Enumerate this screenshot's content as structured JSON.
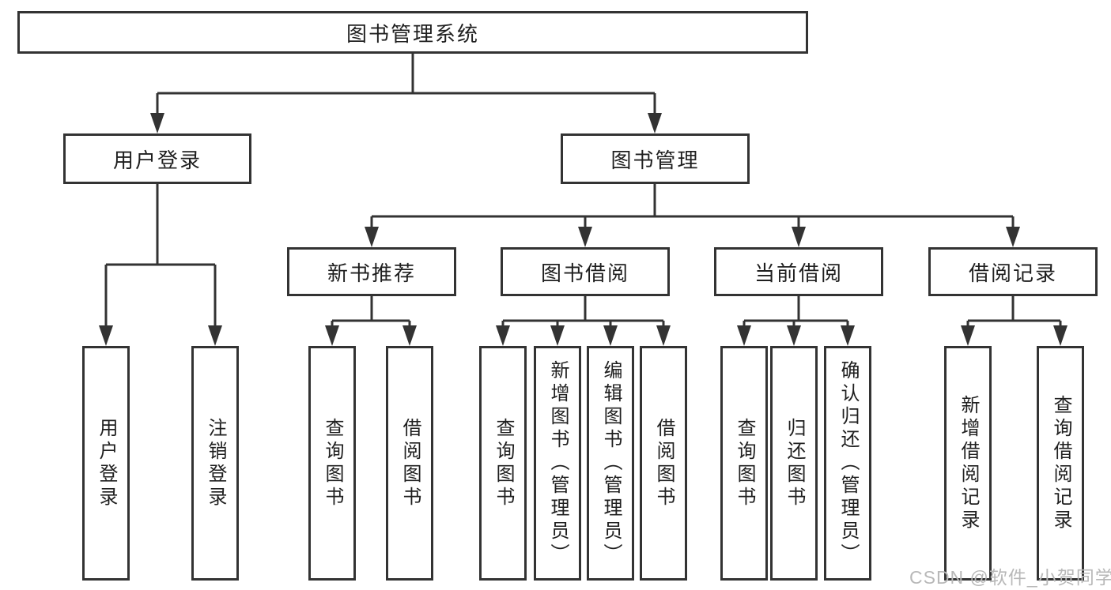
{
  "diagram": {
    "title": "图书管理系统",
    "colors": {
      "line": "#333333",
      "text": "#1f1f1f",
      "background": "#ffffff",
      "watermark": "#b8b8b8"
    },
    "watermark": {
      "text": "CSDN @软件_小贺同学"
    },
    "nodes": [
      {
        "id": "root",
        "label": "图书管理系统",
        "orientation": "horizontal",
        "parent": null
      },
      {
        "id": "user-login",
        "label": "用户登录",
        "orientation": "horizontal",
        "parent": "root"
      },
      {
        "id": "book-management",
        "label": "图书管理",
        "orientation": "horizontal",
        "parent": "root"
      },
      {
        "id": "new-book-recommend",
        "label": "新书推荐",
        "orientation": "horizontal",
        "parent": "book-management"
      },
      {
        "id": "book-borrowing",
        "label": "图书借阅",
        "orientation": "horizontal",
        "parent": "book-management"
      },
      {
        "id": "current-borrowing",
        "label": "当前借阅",
        "orientation": "horizontal",
        "parent": "book-management"
      },
      {
        "id": "borrowing-records",
        "label": "借阅记录",
        "orientation": "horizontal",
        "parent": "book-management"
      },
      {
        "id": "user-login-leaf",
        "label": "用户登录",
        "orientation": "vertical",
        "parent": "user-login"
      },
      {
        "id": "logout-leaf",
        "label": "注销登录",
        "orientation": "vertical",
        "parent": "user-login"
      },
      {
        "id": "query-books-1",
        "label": "查询图书",
        "orientation": "vertical",
        "parent": "new-book-recommend"
      },
      {
        "id": "borrow-books-1",
        "label": "借阅图书",
        "orientation": "vertical",
        "parent": "new-book-recommend"
      },
      {
        "id": "query-books-2",
        "label": "查询图书",
        "orientation": "vertical",
        "parent": "book-borrowing"
      },
      {
        "id": "add-books-admin",
        "label": "新增图书（管理员）",
        "orientation": "vertical",
        "parent": "book-borrowing"
      },
      {
        "id": "edit-books-admin",
        "label": "编辑图书（管理员）",
        "orientation": "vertical",
        "parent": "book-borrowing"
      },
      {
        "id": "borrow-books-2",
        "label": "借阅图书",
        "orientation": "vertical",
        "parent": "book-borrowing"
      },
      {
        "id": "query-books-3",
        "label": "查询图书",
        "orientation": "vertical",
        "parent": "current-borrowing"
      },
      {
        "id": "return-books",
        "label": "归还图书",
        "orientation": "vertical",
        "parent": "current-borrowing"
      },
      {
        "id": "confirm-return-admin",
        "label": "确认归还（管理员）",
        "orientation": "vertical",
        "parent": "current-borrowing"
      },
      {
        "id": "add-borrow-record",
        "label": "新增借阅记录",
        "orientation": "vertical",
        "parent": "borrowing-records"
      },
      {
        "id": "query-borrow-record",
        "label": "查询借阅记录",
        "orientation": "vertical",
        "parent": "borrowing-records"
      }
    ]
  }
}
